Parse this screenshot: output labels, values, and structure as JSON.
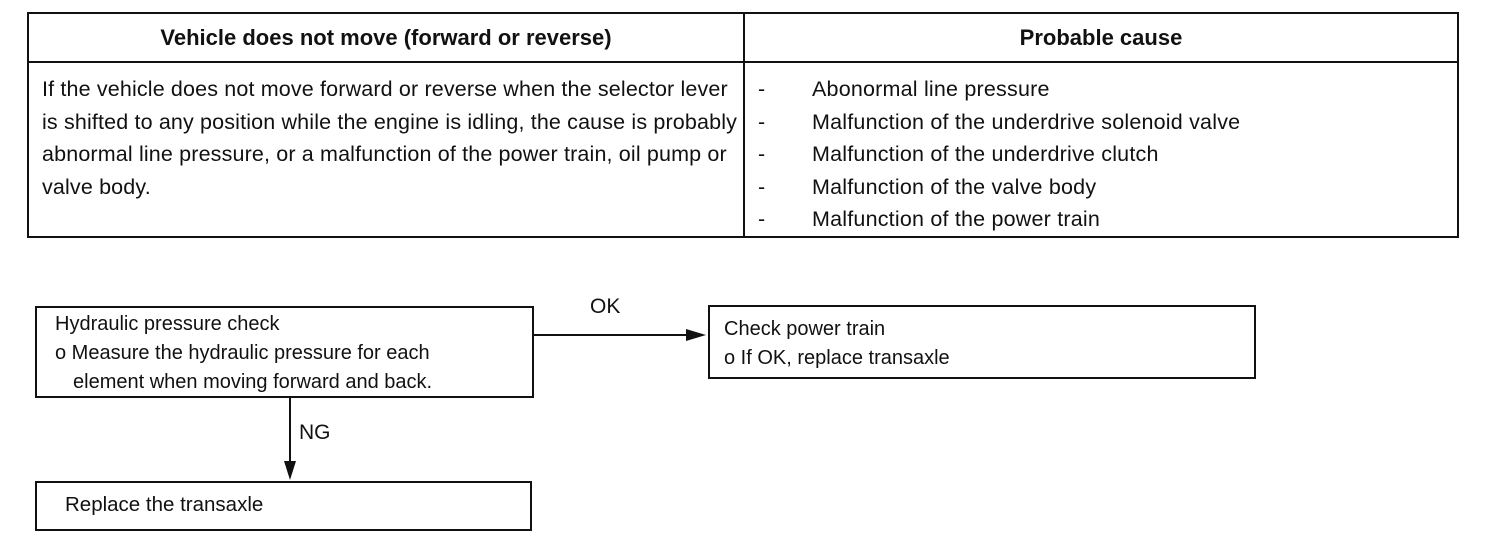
{
  "table": {
    "header_left": "Vehicle does not move (forward or reverse)",
    "header_right": "Probable cause",
    "symptom": "If the vehicle does not move forward or reverse when the selector lever is shifted to any position while the engine is idling, the cause is probably abnormal line pressure, or a malfunction of the power train, oil pump or valve body.",
    "causes": [
      "Abonormal line pressure",
      "Malfunction of the underdrive solenoid valve",
      "Malfunction of the underdrive clutch",
      "Malfunction of the valve body",
      "Malfunction of the power train"
    ],
    "bullet": "-"
  },
  "flowchart": {
    "hydraulic_box": {
      "line1": "Hydraulic pressure check",
      "line2": "o Measure the hydraulic pressure for each",
      "line3": "element when moving forward and back."
    },
    "power_box": {
      "line1": "Check power train",
      "line2": "o If OK, replace transaxle"
    },
    "replace_box": {
      "line1": "Replace the transaxle"
    },
    "ok_label": "OK",
    "ng_label": "NG"
  }
}
